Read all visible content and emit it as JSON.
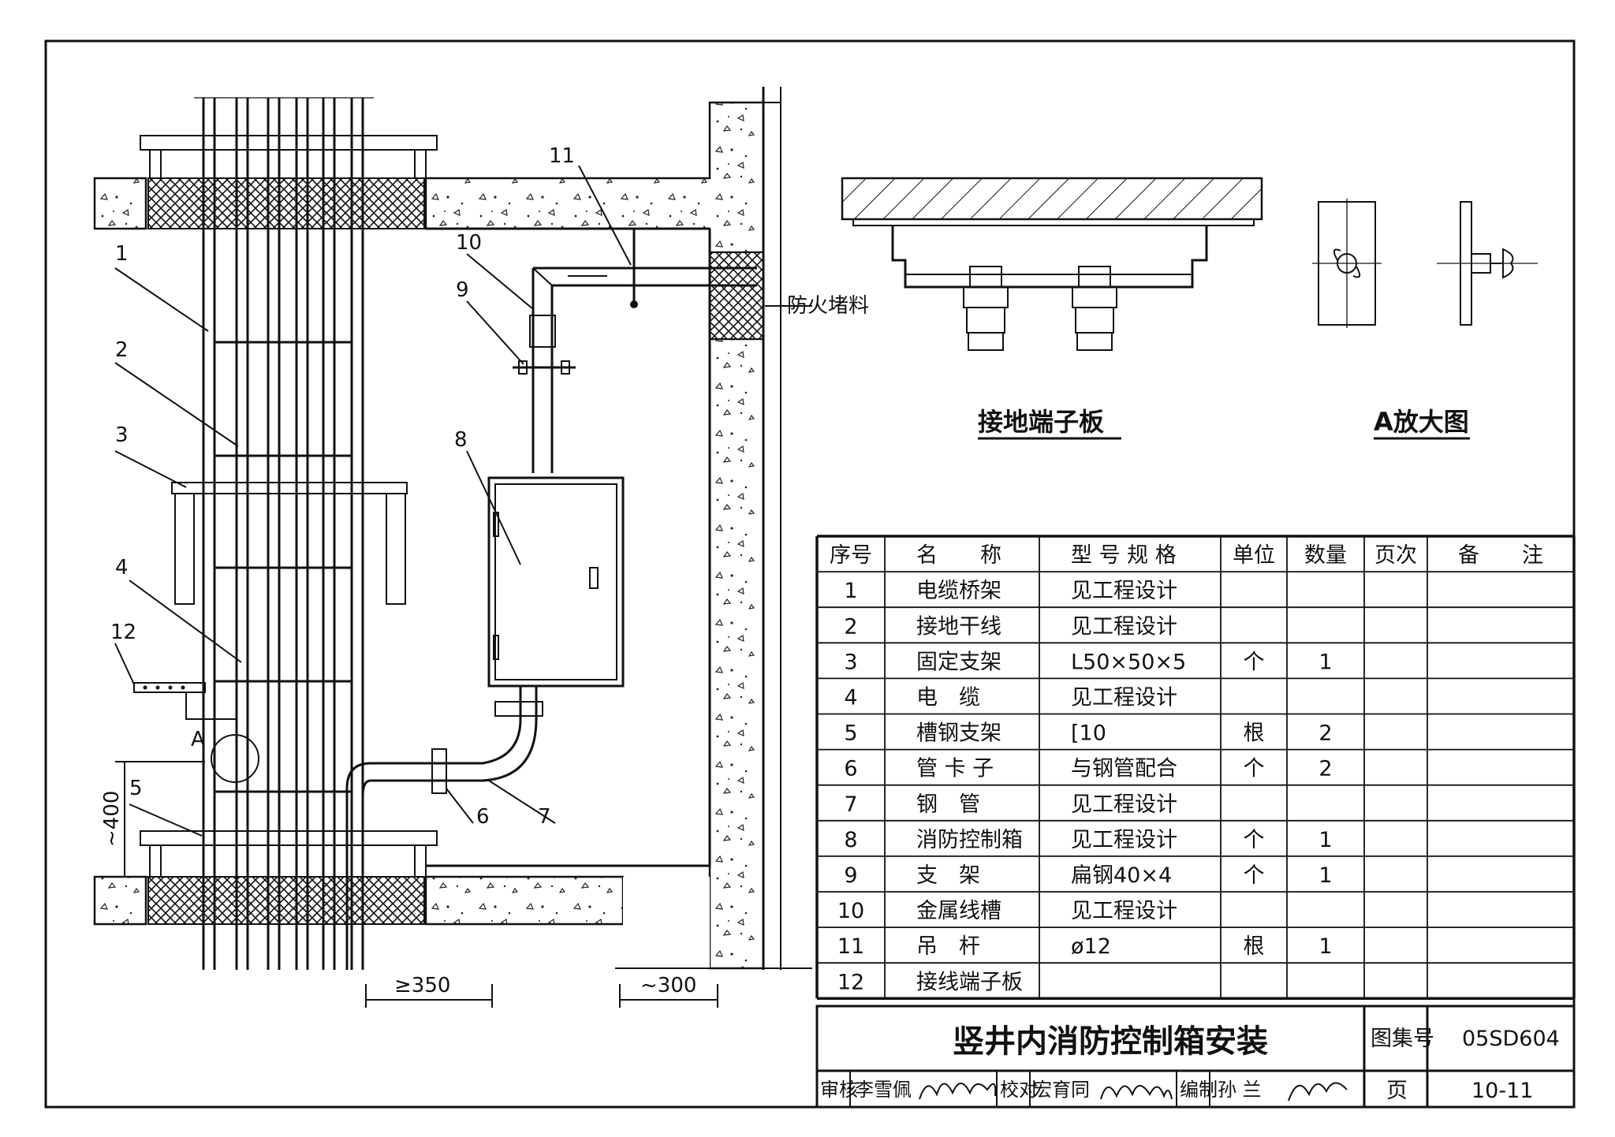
{
  "drawing": {
    "title": "竖井内消防控制箱安装",
    "atlas_label": "图集号",
    "atlas_no": "05SD604",
    "page_label": "页",
    "page_no": "10-11"
  },
  "callouts": {
    "n1": "1",
    "n2": "2",
    "n3": "3",
    "n4": "4",
    "n5": "5",
    "n6": "6",
    "n7": "7",
    "n8": "8",
    "n9": "9",
    "n10": "10",
    "n11": "11",
    "n12": "12",
    "detail_a": "A",
    "fire_seal": "防火堵料"
  },
  "dimensions": {
    "vertical": "~400",
    "min_gap": "≥350",
    "wall_gap": "~300"
  },
  "details": {
    "grounding_board": "接地端子板",
    "detail_a_enlarged": "A放大图"
  },
  "table": {
    "headers": [
      "序号",
      "名　　称",
      "型 号 规 格",
      "单位",
      "数量",
      "页次",
      "备　　注"
    ],
    "rows": [
      [
        "1",
        "电缆桥架",
        "见工程设计",
        "",
        "",
        "",
        ""
      ],
      [
        "2",
        "接地干线",
        "见工程设计",
        "",
        "",
        "",
        ""
      ],
      [
        "3",
        "固定支架",
        "L50×50×5",
        "个",
        "1",
        "",
        ""
      ],
      [
        "4",
        "电　缆",
        "见工程设计",
        "",
        "",
        "",
        ""
      ],
      [
        "5",
        "槽钢支架",
        "[10",
        "根",
        "2",
        "",
        ""
      ],
      [
        "6",
        "管 卡 子",
        "与钢管配合",
        "个",
        "2",
        "",
        ""
      ],
      [
        "7",
        "钢　管",
        "见工程设计",
        "",
        "",
        "",
        ""
      ],
      [
        "8",
        "消防控制箱",
        "见工程设计",
        "个",
        "1",
        "",
        ""
      ],
      [
        "9",
        "支　架",
        "扁钢40×4",
        "个",
        "1",
        "",
        ""
      ],
      [
        "10",
        "金属线槽",
        "见工程设计",
        "",
        "",
        "",
        ""
      ],
      [
        "11",
        "吊　杆",
        "ø12",
        "根",
        "1",
        "",
        ""
      ],
      [
        "12",
        "接线端子板",
        "",
        "",
        "",
        "",
        ""
      ]
    ]
  },
  "signoff": {
    "review_label": "审核",
    "reviewer": "李雪佩",
    "check_label": "校对",
    "checker": "宏育同",
    "compile_label": "编制",
    "compiler": "孙 兰"
  }
}
